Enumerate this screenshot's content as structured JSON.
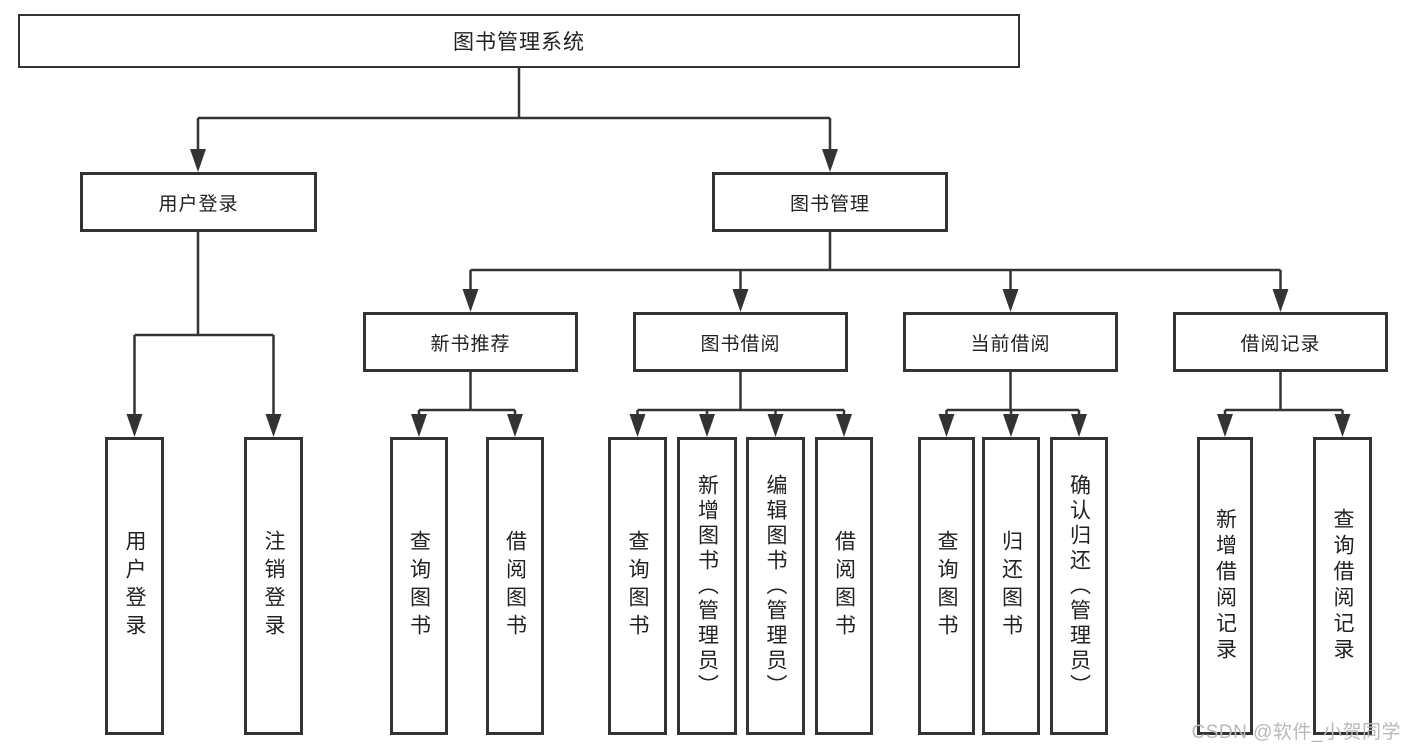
{
  "diagram": {
    "root_label": "图书管理系统",
    "level2": [
      "用户登录",
      "图书管理"
    ],
    "level3": [
      "新书推荐",
      "图书借阅",
      "当前借阅",
      "借阅记录"
    ],
    "leaves_user_login": [
      "用户登录",
      "注销登录"
    ],
    "leaves_new_book": [
      "查询图书",
      "借阅图书"
    ],
    "leaves_book_borrow": [
      "查询图书",
      "新增图书（管理员）",
      "编辑图书（管理员）",
      "借阅图书"
    ],
    "leaves_current_borrow": [
      "查询图书",
      "归还图书",
      "确认归还（管理员）"
    ],
    "leaves_borrow_record": [
      "新增借阅记录",
      "查询借阅记录"
    ]
  },
  "watermark": {
    "text": "CSDN @软件_小贺同学"
  },
  "colors": {
    "line": "#333333",
    "box_border": "#333333",
    "text": "#222222",
    "background": "#ffffff",
    "watermark": "#b9b9b9"
  }
}
